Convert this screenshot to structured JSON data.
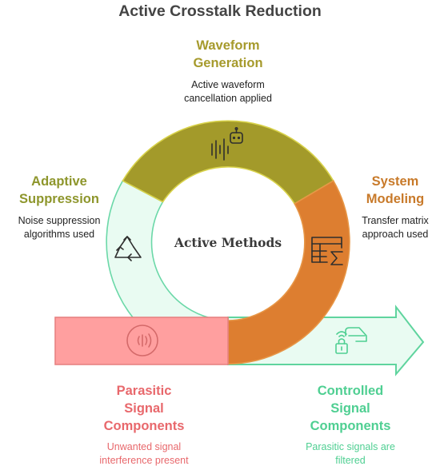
{
  "title": "Active Crosstalk Reduction",
  "center": {
    "label": "Active Methods"
  },
  "sections": {
    "waveform_generation": {
      "heading_line1": "Waveform",
      "heading_line2": "Generation",
      "desc_line1": "Active waveform",
      "desc_line2": "cancellation applied",
      "color": "#a69a2c",
      "icon": "waveform-robot-icon"
    },
    "adaptive_suppression": {
      "heading_line1": "Adaptive",
      "heading_line2": "Suppression",
      "desc_line1": "Noise suppression",
      "desc_line2": "algorithms used",
      "color": "#8e962c",
      "icon": "recycle-arrows-icon"
    },
    "system_modeling": {
      "heading_line1": "System",
      "heading_line2": "Modeling",
      "desc_line1": "Transfer matrix",
      "desc_line2": "approach used",
      "color": "#c87a2a",
      "icon": "table-sum-icon"
    },
    "parasitic_components": {
      "heading_line1": "Parasitic",
      "heading_line2": "Signal",
      "heading_line3": "Components",
      "desc_line1": "Unwanted signal",
      "desc_line2": "interference present",
      "color": "#e8686c",
      "icon": "signal-waves-icon"
    },
    "controlled_components": {
      "heading_line1": "Controlled",
      "heading_line2": "Signal",
      "heading_line3": "Components",
      "desc_line1": "Parasitic signals are",
      "desc_line2": "filtered",
      "color": "#4fcf92",
      "icon": "locked-vehicle-icon"
    }
  },
  "colors": {
    "olive_segment": "#a39a2a",
    "orange_segment": "#de7f31",
    "mint_segment": "#e8faf1",
    "mint_outline": "#5fd49e",
    "red_bar": "#ff9f9f",
    "red_outline": "#e88282"
  }
}
